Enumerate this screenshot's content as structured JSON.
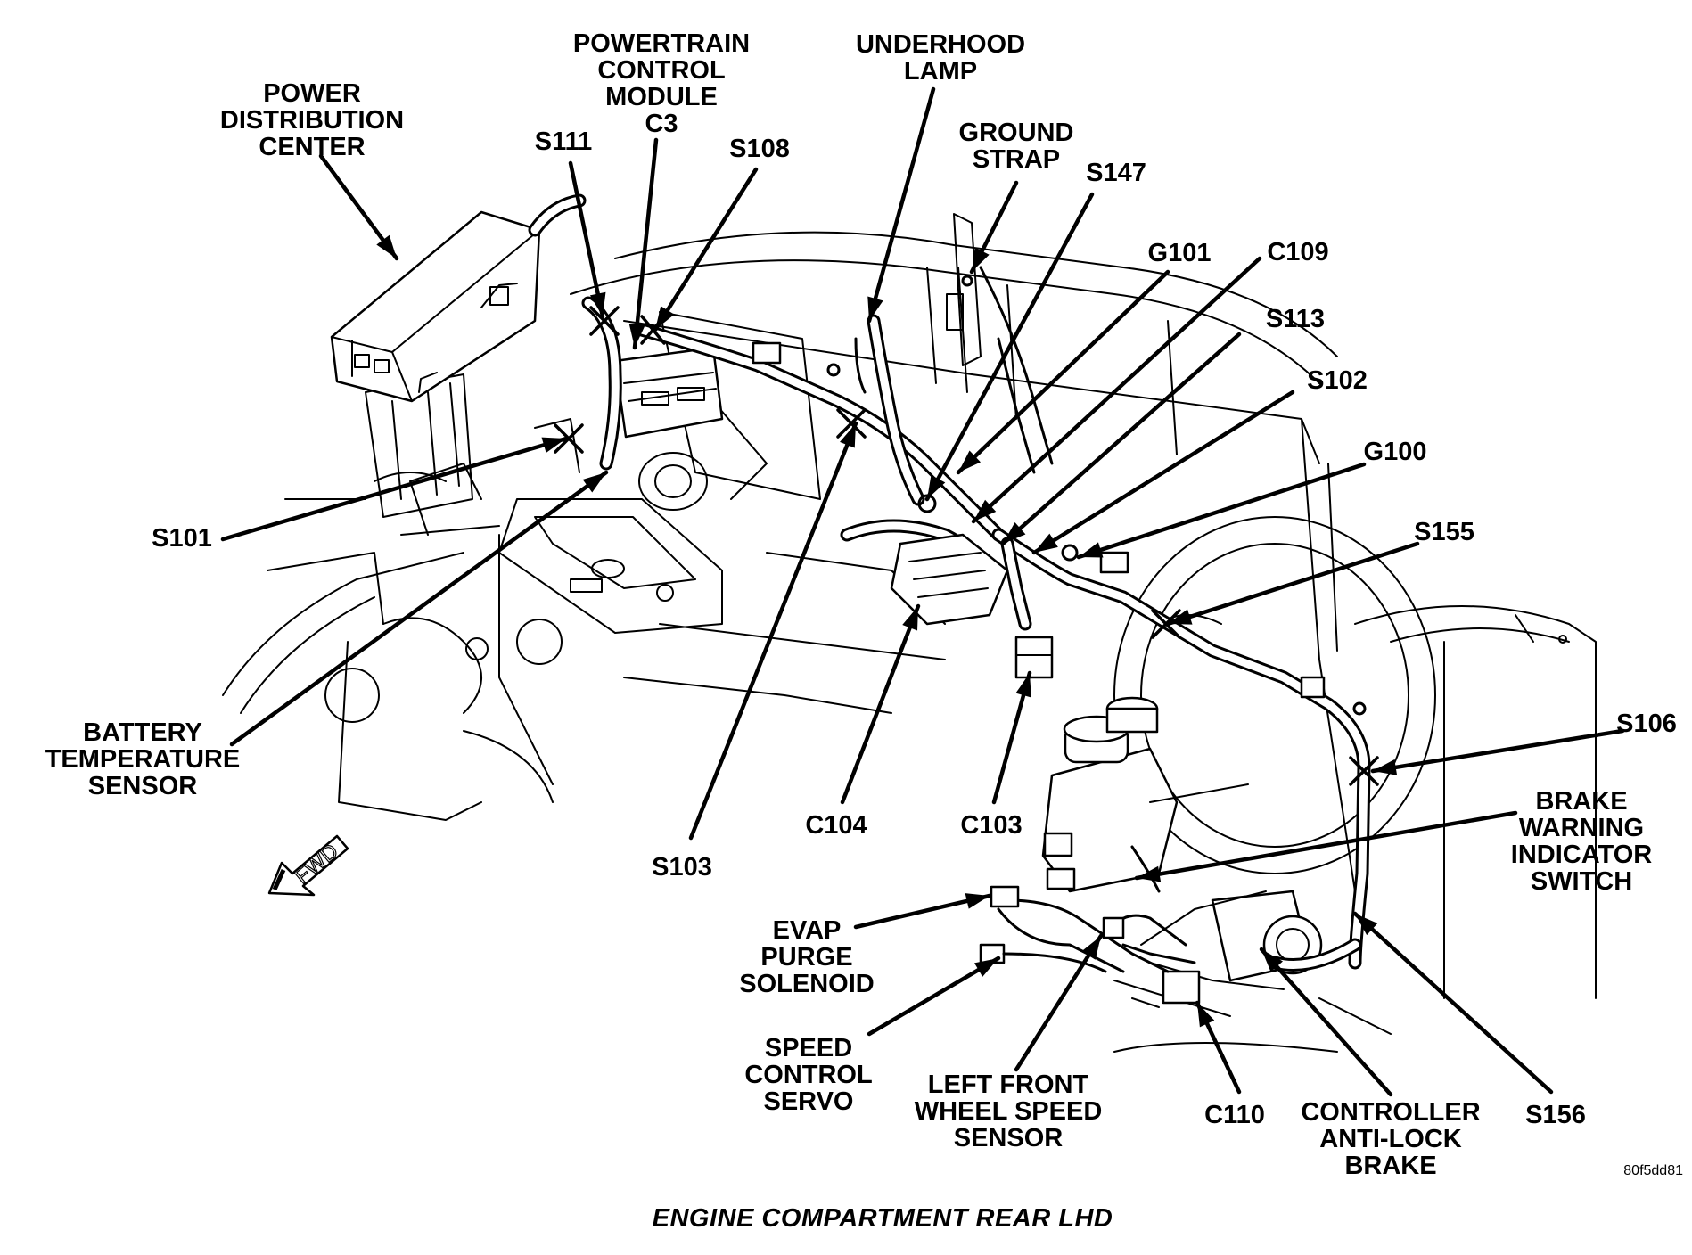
{
  "caption": "ENGINE COMPARTMENT REAR LHD",
  "figure_code": "80f5dd81",
  "fwd_label": "FWD",
  "labels": {
    "power_distribution_center": [
      "POWER",
      "DISTRIBUTION",
      "CENTER"
    ],
    "powertrain_control_module": [
      "POWERTRAIN",
      "CONTROL",
      "MODULE",
      "C3"
    ],
    "underhood_lamp": [
      "UNDERHOOD",
      "LAMP"
    ],
    "ground_strap": [
      "GROUND",
      "STRAP"
    ],
    "s111": "S111",
    "s108": "S108",
    "s147": "S147",
    "g101": "G101",
    "c109": "C109",
    "s113": "S113",
    "s102": "S102",
    "g100": "G100",
    "s155": "S155",
    "s101": "S101",
    "battery_temperature_sensor": [
      "BATTERY",
      "TEMPERATURE",
      "SENSOR"
    ],
    "s103": "S103",
    "c104": "C104",
    "c103": "C103",
    "s106": "S106",
    "brake_warning_indicator_switch": [
      "BRAKE",
      "WARNING",
      "INDICATOR",
      "SWITCH"
    ],
    "evap_purge_solenoid": [
      "EVAP",
      "PURGE",
      "SOLENOID"
    ],
    "speed_control_servo": [
      "SPEED",
      "CONTROL",
      "SERVO"
    ],
    "left_front_wheel_speed_sensor": [
      "LEFT FRONT",
      "WHEEL SPEED",
      "SENSOR"
    ],
    "c110": "C110",
    "controller_anti_lock_brake": [
      "CONTROLLER",
      "ANTI-LOCK",
      "BRAKE"
    ],
    "s156": "S156"
  }
}
